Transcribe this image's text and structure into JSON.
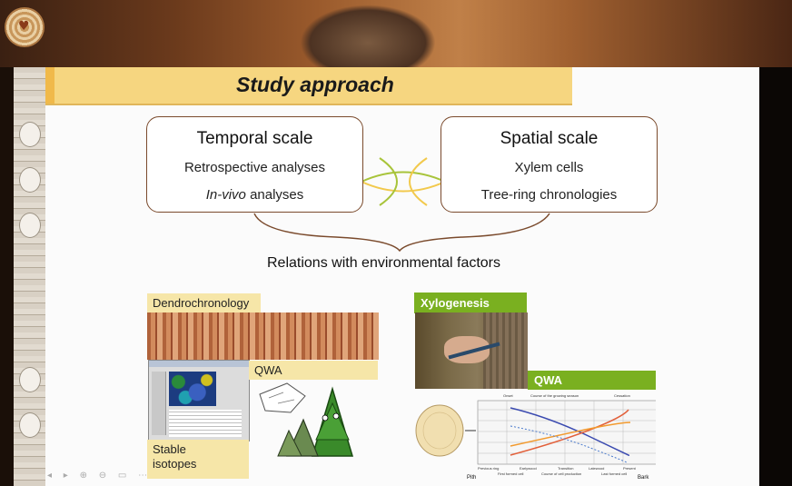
{
  "slide": {
    "title": "Study approach",
    "temporal_box": {
      "heading": "Temporal scale",
      "line1": "Retrospective analyses",
      "line2_italic": "In-vivo",
      "line2_rest": " analyses"
    },
    "spatial_box": {
      "heading": "Spatial scale",
      "line1": "Xylem cells",
      "line2": "Tree-ring chronologies"
    },
    "relations_text": "Relations with environmental factors",
    "panels": {
      "dendrochronology_label": "Dendrochronology",
      "qwa_left_label": "QWA",
      "stable_isotopes_label_1": "Stable",
      "stable_isotopes_label_2": "isotopes",
      "xylogenesis_label": "Xylogenesis",
      "qwa_right_label": "QWA"
    },
    "diagram_labels": {
      "onset": "Onset",
      "course_growing": "Course of the growing season",
      "cessation": "Cessation",
      "previous_ring": "Previous ring",
      "earlywood": "Earlywood",
      "transition": "Transition",
      "latewood": "Latewood",
      "present": "Present",
      "first_formed": "First formed cell",
      "course_cell_production": "Course of cell production",
      "last_formed": "Last formed cell",
      "pith": "Pith",
      "bark": "Bark"
    }
  },
  "colors": {
    "title_bar": "#f6d680",
    "xylogenesis_green": "#7ab020",
    "box_border": "#7a4a2c",
    "connector_green": "#a8c43a",
    "connector_yellow": "#f2c94c"
  },
  "icons": [
    "heart-logo-icon"
  ]
}
